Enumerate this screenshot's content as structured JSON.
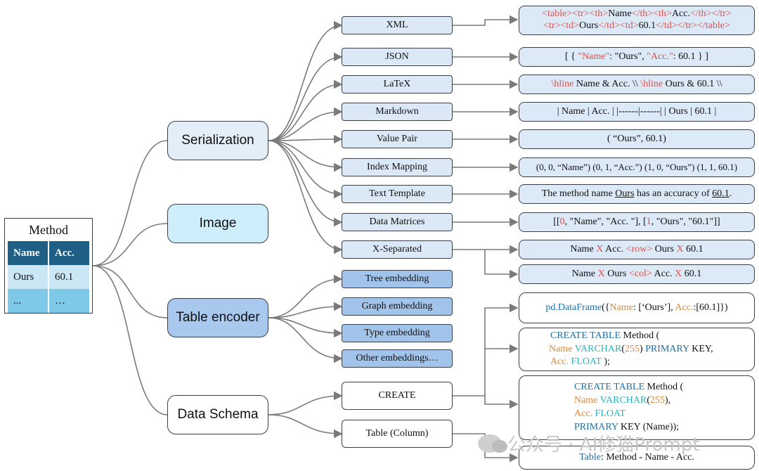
{
  "method_table": {
    "title": "Method",
    "headers": [
      "Name",
      "Acc."
    ],
    "rows": [
      [
        "Ours",
        "60.1"
      ],
      [
        "...",
        "…"
      ]
    ]
  },
  "categories": {
    "serialization": "Serialization",
    "image": "Image",
    "table_encoder": "Table encoder",
    "data_schema": "Data Schema"
  },
  "serialization_methods": {
    "xml": "XML",
    "json": "JSON",
    "latex": "LaTeX",
    "markdown": "Markdown",
    "value_pair": "Value Pair",
    "index_mapping": "Index Mapping",
    "text_template": "Text Template",
    "data_matrices": "Data Matrices",
    "x_separated": "X-Separated"
  },
  "encoder_methods": {
    "tree": "Tree embedding",
    "graph": "Graph embedding",
    "type": "Type embedding",
    "other": "Other embeddings…"
  },
  "schema_methods": {
    "create": "CREATE",
    "table_column": "Table (Column)"
  },
  "examples": {
    "xml_line1": "<table><tr><th>Name</th><th>Acc.</th></tr>",
    "xml_line2": "<tr><td>Ours</td><td>60.1</td></tr></table>",
    "json": "[ { \"Name\": \"Ours\", \"Acc.\": 60.1 } ]",
    "latex": "\\hline Name & Acc. \\\\ \\hline Ours & 60.1 \\\\",
    "markdown": "| Name | Acc. | |------|------| | Ours | 60.1 |",
    "value_pair": "( “Ours”, 60.1)",
    "index_mapping": "(0, 0, “Name”) (0, 1, “Acc.”) (1, 0, “Ours”) (1, 1, 60.1)",
    "text_template": "The method name Ours has an accuracy of 60.1.",
    "data_matrices": "[[0, \"Name\", \"Acc. \"], [1, \"Ours\", \"60.1\"]]",
    "x_sep_row": "Name X Acc. <row> Ours X 60.1",
    "x_sep_col": "Name X Ours <col> Acc. X 60.1",
    "pandas": "pd.DataFrame({Name: [‘Ours’], Acc.:[60.1]})",
    "create1_l1": "CREATE TABLE Method (",
    "create1_l2": "Name VARCHAR(255) PRIMARY KEY,",
    "create1_l3": "Acc. FLOAT );",
    "create2_l1": "CREATE TABLE Method (",
    "create2_l2": "Name VARCHAR(255),",
    "create2_l3": "Acc. FLOAT",
    "create2_l4": "PRIMARY KEY (Name));",
    "table_column": "Table: Method - Name - Acc."
  },
  "watermark": "公众号 · AI修猫Prompt",
  "colors": {
    "keyword_red": "#d9534f",
    "keyword_blue": "#1f6fa3",
    "type_cyan": "#2bb3bf",
    "ident_orange": "#d8893a",
    "header_dark": "#1f5f86"
  }
}
